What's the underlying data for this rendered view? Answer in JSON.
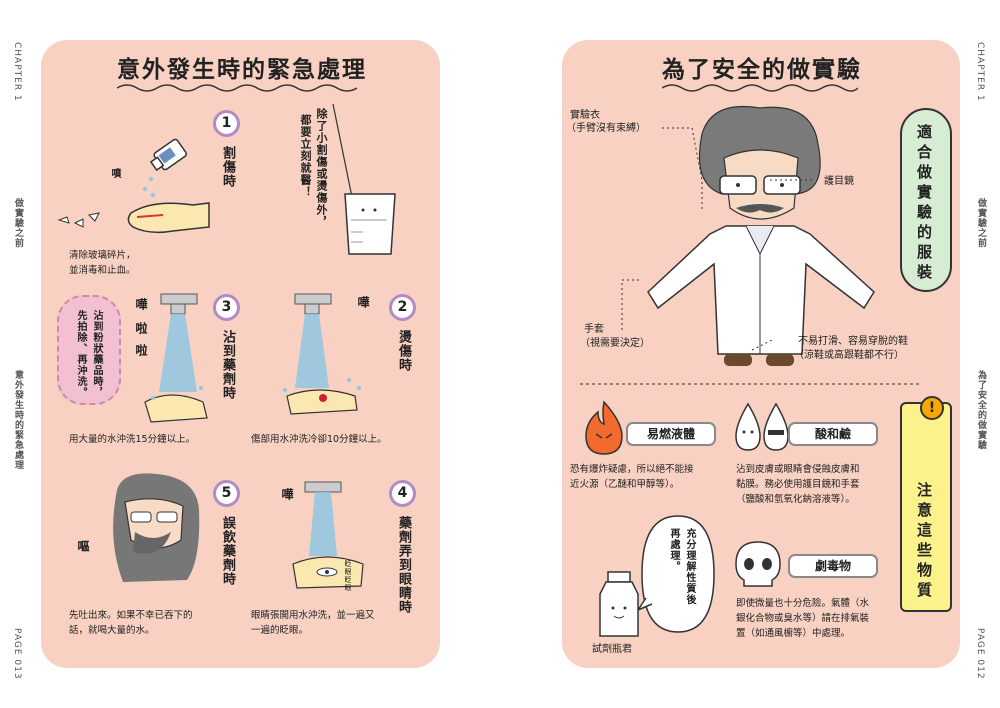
{
  "side": {
    "left_top": "CHAPTER 1",
    "left_mid": "做實驗之前",
    "left_lower": "意外發生時的緊急處理",
    "left_page": "PAGE 013",
    "right_top": "CHAPTER 1",
    "right_mid": "做實驗之前",
    "right_lower": "為了安全的做實驗",
    "right_page": "PAGE 012"
  },
  "left": {
    "title": "意外發生時的緊急處理",
    "cut": {
      "num": "1",
      "label": "割傷時",
      "caption1": "清除玻璃碎片，",
      "caption2": "並消毒和止血。",
      "sfx": "噴"
    },
    "note": {
      "text1": "除了小割傷或燙傷外，",
      "text2": "都要立刻就醫！"
    },
    "burn": {
      "num": "2",
      "label": "燙傷時",
      "caption": "傷部用水沖洗冷卻10分鐘以上。",
      "sfx": "嘩"
    },
    "chem": {
      "num": "3",
      "label": "沾到藥劑時",
      "caption": "用大量的水沖洗15分鐘以上。",
      "sfx1": "嘩",
      "sfx2": "啦",
      "sfx3": "啦"
    },
    "powder": {
      "text1": "沾到粉狀藥品時，",
      "text2": "先拍除、再沖洗。"
    },
    "eye": {
      "num": "4",
      "label": "藥劑弄到眼睛時",
      "caption1": "眼睛張開用水沖洗，並一遍又",
      "caption2": "一遍的眨眼。",
      "sfx": "嘩",
      "sfx2": "眨眼眨眼"
    },
    "swallow": {
      "num": "5",
      "label": "誤飲藥劑時",
      "caption1": "先吐出來。如果不幸已吞下的",
      "caption2": "話，就喝大量的水。",
      "sfx": "嘔"
    }
  },
  "right": {
    "title": "為了安全的做實驗",
    "clothing_label": "適合做實驗的服裝",
    "labcoat": {
      "line1": "實驗衣",
      "line2": "（手臂沒有束縛）"
    },
    "goggles": "護目鏡",
    "gloves": {
      "line1": "手套",
      "line2": "（視需要決定）"
    },
    "shoes": {
      "line1": "不易打滑、容易穿脫的鞋",
      "line2": "（涼鞋或高跟鞋都不行）"
    },
    "caution_label": "注意這些物質",
    "caution_mark": "!",
    "flammable": {
      "tag": "易燃液體",
      "text1": "恐有爆炸疑慮，所以絕不能接",
      "text2": "近火源（乙醚和甲醇等）。"
    },
    "acid": {
      "tag": "酸和鹼",
      "text1": "沾到皮膚或眼睛會侵蝕皮膚和",
      "text2": "黏膜。務必使用護目鏡和手套",
      "text3": "（鹽酸和氫氧化鈉溶液等）。"
    },
    "poison": {
      "tag": "劇毒物",
      "text1": "即使微量也十分危險。氣體（水",
      "text2": "銀化合物或臭水等）請在排氣裝",
      "text3": "置（如通風櫥等）中處理。"
    },
    "bottle": {
      "speech1": "充分理解性質後",
      "speech2": "再處理。",
      "name": "試劑瓶君"
    }
  },
  "colors": {
    "page_bg": "#f8d1c3",
    "number_ring": "#b48ac6",
    "green_pill": "#d6ecd3",
    "yellow_pill": "#fbf28c",
    "water": "#8fc6e3",
    "flame": "#f26a2e"
  }
}
